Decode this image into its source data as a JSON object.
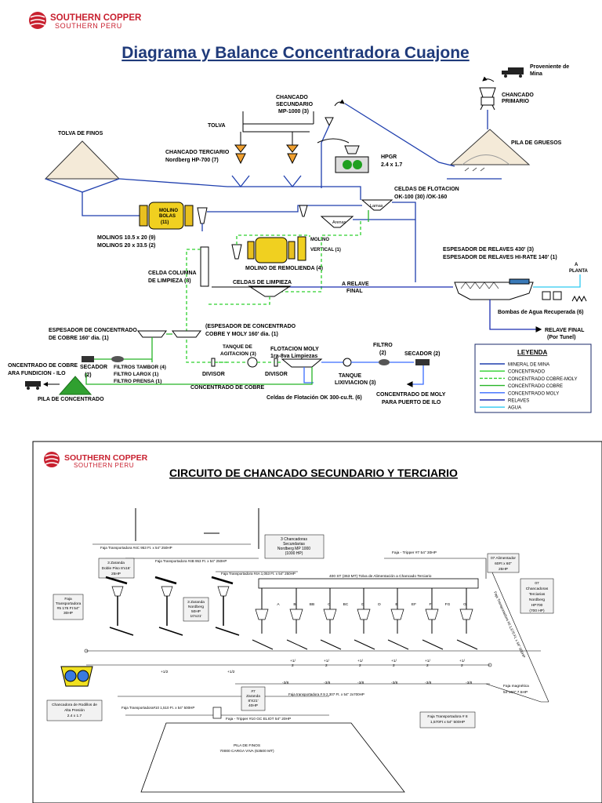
{
  "logo": {
    "company": "SOUTHERN COPPER",
    "subsidiary": "SOUTHERN PERU"
  },
  "top": {
    "title": "Diagrama y Balance Concentradora Cuajone",
    "labels": {
      "proveniente": "Proveniente de",
      "mina": "Mina",
      "chancado_primario_1": "CHANCADO",
      "chancado_primario_2": "PRIMARIO",
      "chancado_sec_1": "CHANCADO",
      "chancado_sec_2": "SECUNDARIO",
      "chancado_sec_3": "MP-1000 (3)",
      "tolva": "TOLVA",
      "tolva_finos": "TOLVA DE FINOS",
      "chancado_terc_1": "CHANCADO TERCIARIO",
      "chancado_terc_2": "Nordberg HP-700 (7)",
      "hpgr_1": "HPGR",
      "hpgr_2": "2.4 x 1.7",
      "pila_gruesos": "PILA DE GRUESOS",
      "celdas_flot_1": "CELDAS DE FLOTACION",
      "celdas_flot_2": "OK-100 (30) /OK-160",
      "molino_bolas_1": "MOLINO",
      "molino_bolas_2": "BOLAS",
      "molino_bolas_3": "(11)",
      "molinos_1": "MOLINOS 10.5 x 20 (9)",
      "molinos_2": "MOLINOS 20 x 33.5 (2)",
      "lamas": "Lamas",
      "arenas": "Arenas",
      "molino_vert_1": "MOLINO",
      "molino_vert_2": "VERTICAL (1)",
      "molino_remol": "MOLINO DE REMOLIENDA (4)",
      "espesador_rel_1": "ESPESADOR DE RELAVES 430' (3)",
      "espesador_rel_2": "ESPESADOR DE RELAVES HI-RATE 140' (1)",
      "a_planta_1": "A",
      "a_planta_2": "PLANTA",
      "celda_col_1": "CELDA COLUMNA",
      "celda_col_2": "DE LIMPIEZA (8)",
      "celdas_limp": "CELDAS DE LIMPIEZA",
      "relave_final_1": "A RELAVE",
      "relave_final_2": "FINAL",
      "bombas": "Bombas de Agua Recuperada (6)",
      "relave_tunel_1": "RELAVE FINAL",
      "relave_tunel_2": "(Por Tunel)",
      "esp_conc_cu_1": "ESPESADOR DE CONCENTRADO",
      "esp_conc_cu_2": "DE COBRE 160' dia. (1)",
      "esp_conc_cumo_1": "(ESPESADOR DE CONCENTRADO",
      "esp_conc_cumo_2": "COBRE Y MOLY 160' dia.  (1)",
      "tanque_agit_1": "TANQUE DE",
      "tanque_agit_2": "AGITACION  (3)",
      "flot_moly_1": "FLOTACION MOLY",
      "flot_moly_2": "1ra-8va Limpiezas",
      "filtro_1": "FILTRO",
      "filtro_2": "(2)",
      "secador_mo": "SECADOR (2)",
      "conc_cobre_fund_1": "ONCENTRADO DE COBRE",
      "conc_cobre_fund_2": "ARA FUNDICION - ILO",
      "secador_cu_1": "SECADOR",
      "secador_cu_2": "(2)",
      "filtros_1": "FILTROS TAMBOR (4)",
      "filtros_2": "FILTRO LAROX (1)",
      "filtros_3": "FILTRO PRENSA (1)",
      "divisor_1": "DIVISOR",
      "divisor_2": "DIVISOR",
      "tanque_lix_1": "TANQUE",
      "tanque_lix_2": "LIXIVIACION (3)",
      "conc_cobre": "CONCENTRADO DE COBRE",
      "pila_conc": "PILA DE CONCENTRADO",
      "celdas_ok300": "Celdas de Flotación OK 300-cu.ft. (6)",
      "conc_moly_1": "CONCENTRADO DE MOLY",
      "conc_moly_2": "PARA PUERTO DE ILO"
    },
    "legend": {
      "title": "LEYENDA",
      "items": [
        {
          "label": "MINERAL DE MINA",
          "color": "#1f3fae",
          "style": "solid"
        },
        {
          "label": "CONCENTRADO",
          "color": "#2dd02d",
          "style": "solid"
        },
        {
          "label": "CONCENTRADO COBRE-MOLY",
          "color": "#2dd02d",
          "style": "dashed"
        },
        {
          "label": "CONCENTRADO COBRE",
          "color": "#26b426",
          "style": "solid"
        },
        {
          "label": "CONCENTRADO MOLY",
          "color": "#3a6cff",
          "style": "solid"
        },
        {
          "label": "RELAVES",
          "color": "#1a2db0",
          "style": "solid"
        },
        {
          "label": "AGUA",
          "color": "#2fc9f0",
          "style": "solid"
        }
      ]
    }
  },
  "bottom": {
    "title": "CIRCUITO DE CHANCADO SECUNDARIO Y TERCIARIO",
    "labels": {
      "chancadoras_sec_1": "3 Chancadoras",
      "chancadoras_sec_2": "Secundarias",
      "chancadoras_sec_3": "Nordberg MP 1000",
      "chancadoras_sec_4": "(1000 HP)",
      "faja_4c": "Faja Transportadora #4C  953 Ft. x 54\" 250HP",
      "faja_4b": "Faja Transportadora #4B  953 Ft. x 54\" 250HP",
      "faja_4a": "Faja Transportadora #4A  1,053 Ft. x 54\" 250HP",
      "faja_tripper7": "Faja - Tripper #7    54\" 30HP",
      "alimentador_1": "07 Alimentador",
      "alimentador_2": "60Ft x 60\"",
      "alimentador_3": "25HP",
      "zaranda_dp_1": "3 Zaranda",
      "zaranda_dp_2": "Doble Piso 8'x16'",
      "zaranda_dp_3": "25HP",
      "tolva_400": "400 ST (363 MT)  Tolva de Alimentación a Chancado Terciario",
      "faja5_1": "Faja",
      "faja5_2": "Transportadora",
      "faja5_3": "#5  176 Ft 54\"",
      "faja5_4": "30HP",
      "zaranda_n_1": "3 Zaranda",
      "zaranda_n_2": "Nordberg",
      "zaranda_n_3": "50HP",
      "zaranda_n_4": "10'x21'",
      "chanc_terc_1": "07",
      "chanc_terc_2": "Chancadoras",
      "chanc_terc_3": "Terciarias",
      "chanc_terc_4": "Nordberg",
      "chanc_terc_5": "HP700",
      "chanc_terc_6": "(700 HP)",
      "faja_diag": "Faja Transportadora #6 1,970 Ft. x 54\" 500HP",
      "letters": [
        "A",
        "B",
        "BB",
        "C",
        "BC",
        "D",
        "D",
        "E",
        "EF",
        "F",
        "FG",
        "G"
      ],
      "half": "+1/2",
      "half_low_1": "+1/",
      "half_low_2": "2",
      "minus38": "-3/8",
      "zaranda_8_1": "#7",
      "zaranda_8_2": "Zaranda",
      "zaranda_8_3": "8'X21'",
      "zaranda_8_4": "40HP",
      "faja9": "Faja transportadora # 9   2,307 Ft. x 54\"  2x700HP",
      "faja10": "Faja Transportadora#10  1,510 Ft. x 54\"  500HP",
      "faja_mag_1": "Faja magnética",
      "faja_mag_2": "54\"x60\"  7.5HP",
      "rodillos_1": "Chancadora de Rodillos de",
      "rodillos_2": "Alta Presión",
      "rodillos_3": "2.4 x 1.7",
      "tripper10": "Faja - Tripper #10 GC ELIOT 54\"  20HP",
      "faja8_1": "Faja Transportadora # 8",
      "faja8_2": "1,570Ft x 54\" 500HP",
      "pila_finos_1": "PILA DE FINOS",
      "pila_finos_2": "70000 CARGA VIVA (63500 MT)"
    }
  }
}
